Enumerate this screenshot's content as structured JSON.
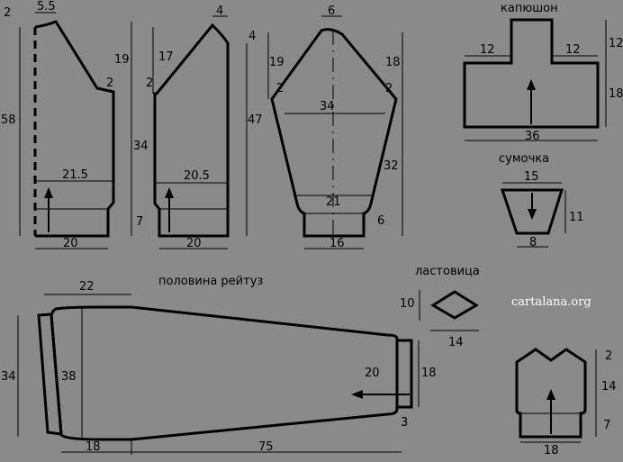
{
  "labels": {
    "hood": "капюшон",
    "bag": "сумочка",
    "gusset": "ластовица",
    "half_leggings": "половина рейтуз",
    "watermark": "cartalana.org"
  },
  "back": {
    "d_top": "5.5",
    "d_neck": "2",
    "d_total": "58",
    "d_armhole": "19",
    "d_armhole_step": "2",
    "d_side": "34",
    "d_width": "21.5",
    "d_bottom": "20",
    "d_rib": "7"
  },
  "front": {
    "d_top": "4",
    "d_top_side": "4",
    "d_armhole": "17",
    "d_armhole_step": "2",
    "d_total": "47",
    "d_width": "20.5",
    "d_bottom": "20"
  },
  "sleeve": {
    "d_top": "6",
    "d_left_raglan": "19",
    "d_right_raglan": "18",
    "d_left_step": "2",
    "d_right_step": "2",
    "d_width": "34",
    "d_length": "32",
    "d_lower": "21",
    "d_cuff": "16",
    "d_rib": "6"
  },
  "hood": {
    "d_left_shoulder": "12",
    "d_right_shoulder": "12",
    "d_top_height": "12",
    "d_lower_height": "18",
    "d_width": "36"
  },
  "bag": {
    "d_top": "15",
    "d_height": "11",
    "d_bottom": "8"
  },
  "gusset": {
    "d_height": "10",
    "d_width": "14"
  },
  "leggings": {
    "d_top": "22",
    "d_left_outer": "34",
    "d_left_inner": "38",
    "d_right_inner": "20",
    "d_right_outer": "18",
    "d_cuff": "3",
    "d_bottom_left": "18",
    "d_bottom_main": "75"
  },
  "bootie": {
    "d_toe": "2",
    "d_height": "14",
    "d_cuff": "7",
    "d_width": "18"
  }
}
